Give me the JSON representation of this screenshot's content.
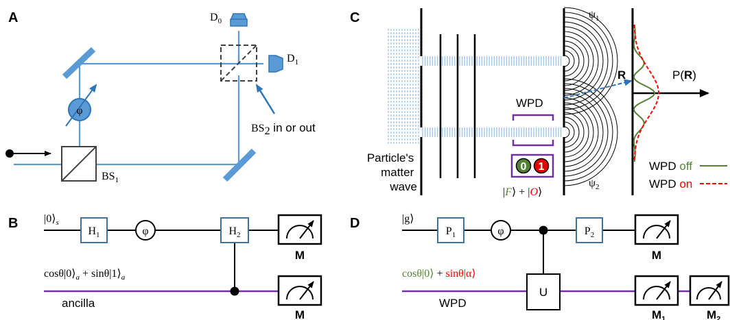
{
  "colors": {
    "optics_blue": "#5b9bd5",
    "dark_blue": "#2e75b6",
    "ancilla_purple": "#7030a0",
    "green": "#548235",
    "red": "#ff0000",
    "gate_border": "#41719c"
  },
  "panel_a": {
    "label": "A",
    "detector0": {
      "sym": "D",
      "sub": "0"
    },
    "detector1": {
      "sym": "D",
      "sub": "1"
    },
    "phase": "φ",
    "bs1": {
      "sym": "BS",
      "sub": "1"
    },
    "bs2": {
      "sym": "BS",
      "sub": "2",
      "suffix": " in or out"
    }
  },
  "panel_b": {
    "label": "B",
    "system_state": {
      "ket": "|0⟩",
      "sub": "s"
    },
    "gate_h1": {
      "sym": "H",
      "sub": "1"
    },
    "phase": "φ",
    "gate_h2": {
      "sym": "H",
      "sub": "2"
    },
    "ancilla_state": {
      "p1": "cosθ|0⟩",
      "s1": "a",
      "p2": " + sinθ|1⟩",
      "s2": "a"
    },
    "ancilla_label": "ancilla",
    "measure_top": "M",
    "measure_bottom": "M"
  },
  "panel_c": {
    "label": "C",
    "psi1": {
      "sym": "ψ",
      "sub": "1"
    },
    "psi2": {
      "sym": "ψ",
      "sub": "2"
    },
    "R": "R",
    "P_axis": {
      "pre": "P(",
      "mid": "R",
      "post": ")"
    },
    "wpd": "WPD",
    "matter_wave": [
      "Particle's",
      "matter",
      "wave"
    ],
    "bit0": "0",
    "bit1": "1",
    "ket": {
      "k1": "|",
      "F": "F",
      "k2": "⟩ + |",
      "O": "O",
      "k3": "⟩"
    },
    "legend": {
      "off": {
        "prefix": "WPD ",
        "word": "off"
      },
      "on": {
        "prefix": "WPD ",
        "word": "on"
      }
    }
  },
  "panel_d": {
    "label": "D",
    "ground_state": "|g⟩",
    "gate_p1": {
      "sym": "P",
      "sub": "1"
    },
    "phase": "φ",
    "gate_p2": {
      "sym": "P",
      "sub": "2"
    },
    "gate_u": "U",
    "wpd_state": {
      "green_part": "cosθ|0⟩",
      "plus": " + ",
      "red_part": "sinθ|α⟩"
    },
    "wpd_label": "WPD",
    "measure_top": "M",
    "measure_m1": {
      "sym": "M",
      "sub": "1"
    },
    "measure_m2": {
      "sym": "M",
      "sub": "2"
    }
  }
}
